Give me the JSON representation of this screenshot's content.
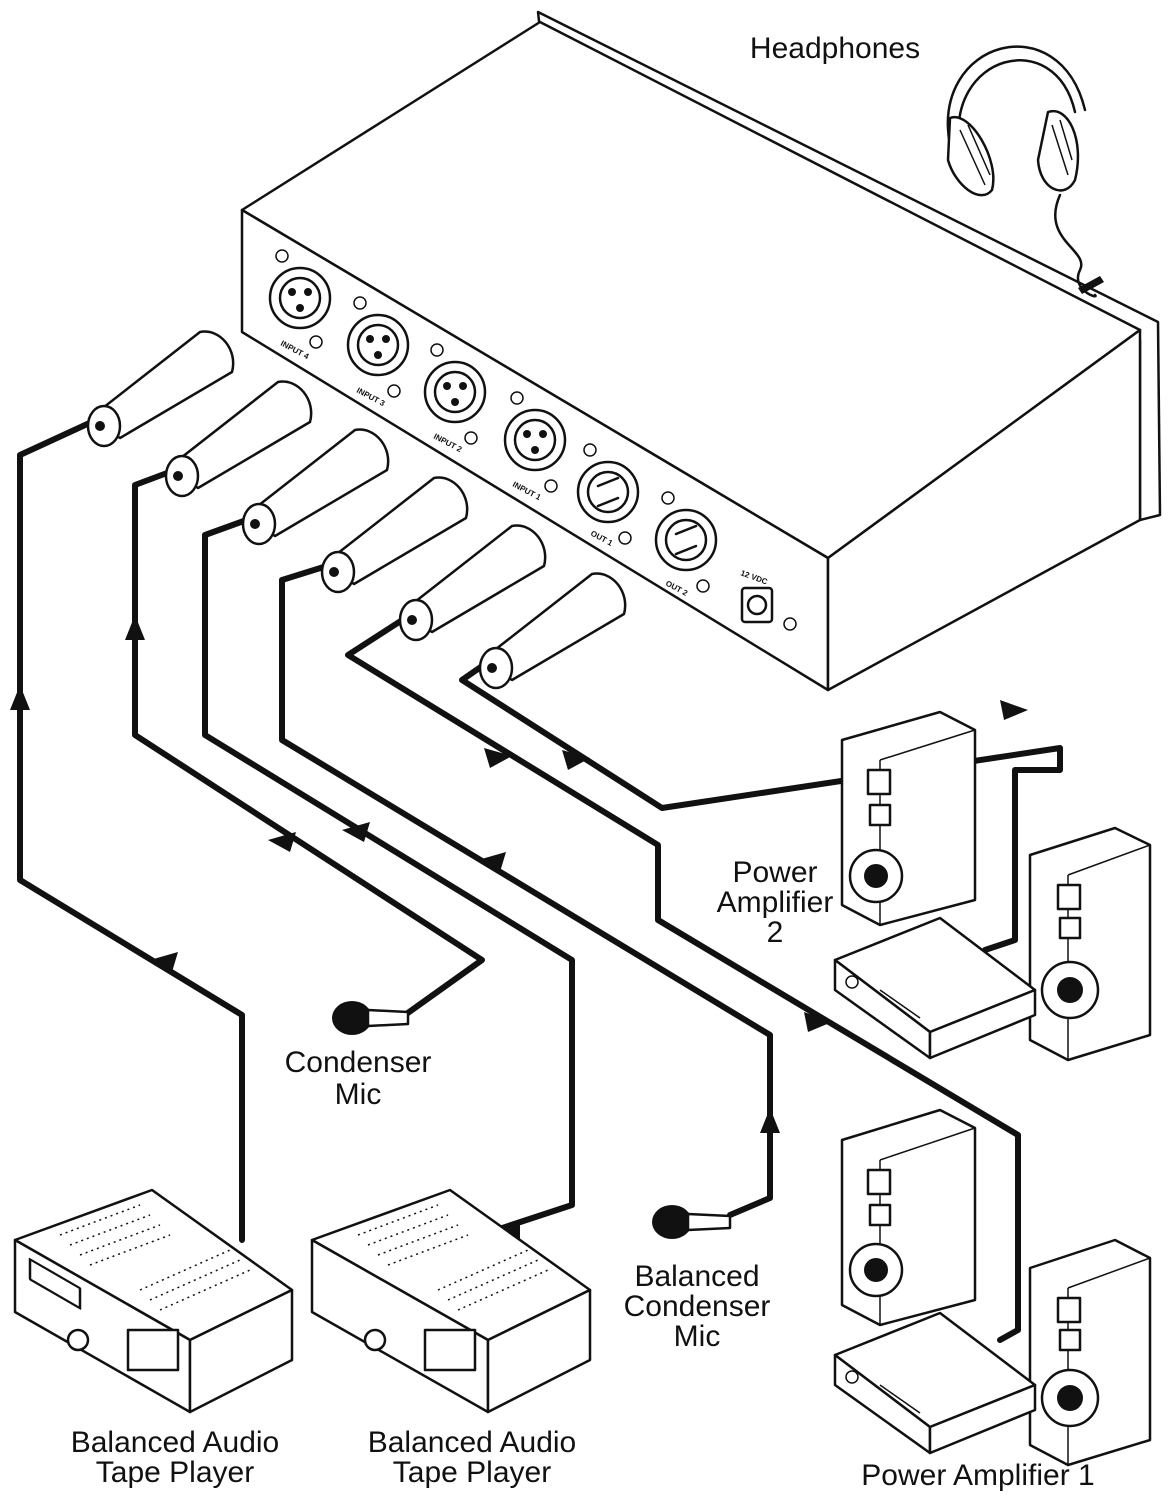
{
  "labels": {
    "headphones": "Headphones",
    "power_amp_2": [
      "Power",
      "Amplifier",
      "2"
    ],
    "condenser_mic": [
      "Condenser",
      "Mic"
    ],
    "balanced_condenser_mic": [
      "Balanced",
      "Condenser",
      "Mic"
    ],
    "tape_player_1": [
      "Balanced Audio",
      "Tape Player"
    ],
    "tape_player_2": [
      "Balanced Audio",
      "Tape Player"
    ],
    "power_amp_1": "Power Amplifier 1"
  },
  "connectors": {
    "input_4": "INPUT 4",
    "input_3": "INPUT 3",
    "input_2": "INPUT 2",
    "input_1": "INPUT 1",
    "out_1": "OUT 1",
    "out_2": "OUT 2",
    "power": "12 VDC"
  },
  "icons": {
    "arrow": "arrow-icon",
    "mic": "microphone-icon",
    "speaker": "speaker-icon",
    "headphones": "headphones-icon"
  }
}
